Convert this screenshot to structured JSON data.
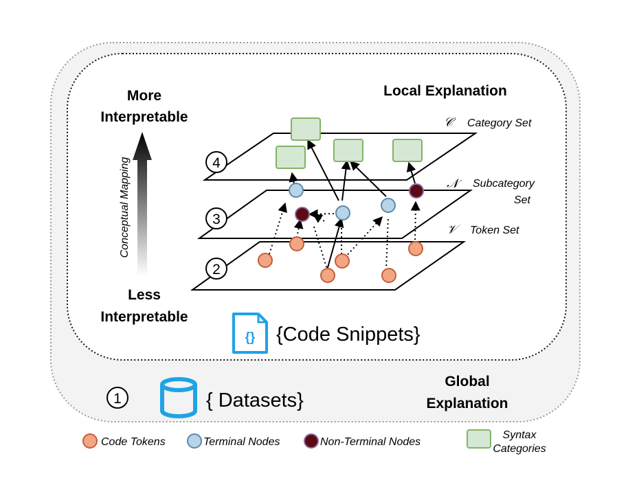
{
  "left_axis": {
    "top_label_line1": "More",
    "top_label_line2": "Interpretable",
    "arrow_label": "Conceptual Mapping",
    "bottom_label_line1": "Less",
    "bottom_label_line2": "Interpretable"
  },
  "local_title": "Local Explanation",
  "global_title_line1": "Global",
  "global_title_line2": "Explanation",
  "layers": {
    "category": {
      "symbol": "𝒞",
      "label": "Category Set",
      "step": "4"
    },
    "subcategory": {
      "symbol": "𝒩",
      "label_line1": "Subcategory",
      "label_line2": "Set",
      "step": "3"
    },
    "token": {
      "symbol": "𝒱",
      "label": "Token Set",
      "step": "2"
    }
  },
  "code_snippets": {
    "label": "{Code Snippets}",
    "icon": "code-file-icon",
    "icon_text": "{}"
  },
  "datasets": {
    "label": "{ Datasets}",
    "icon": "database-icon",
    "step": "1"
  },
  "legend": {
    "code_tokens": "Code Tokens",
    "terminal_nodes": "Terminal Nodes",
    "non_terminal_nodes": "Non-Terminal Nodes",
    "syntax_categories_line1": "Syntax",
    "syntax_categories_line2": "Categories"
  },
  "colors": {
    "token_fill": "#f4a582",
    "token_stroke": "#c0603c",
    "terminal_fill": "#b7d4e8",
    "terminal_stroke": "#5f87a8",
    "nonterminal_fill": "#5c0a14",
    "nonterminal_stroke": "#8a6fa0",
    "category_fill": "#d5e8d4",
    "category_stroke": "#82b366",
    "icon_blue": "#1fa3e6",
    "outer_bg": "#f3f3f3"
  }
}
